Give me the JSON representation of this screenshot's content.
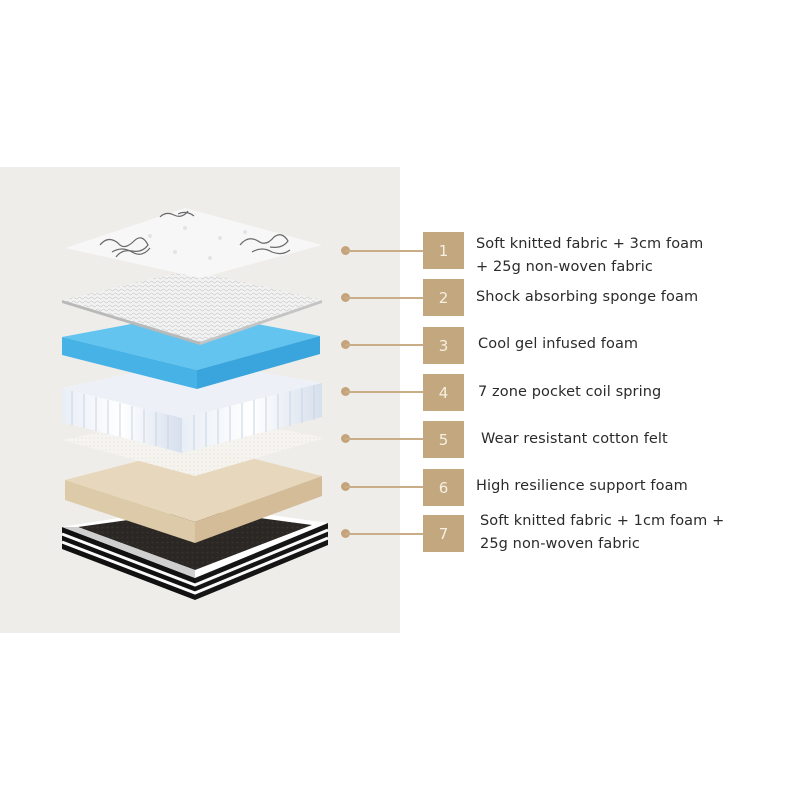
{
  "colors": {
    "panel_bg": "#efede9",
    "badge_bg": "#c3a77e",
    "badge_text": "#f6efe3",
    "connector": "#c8ad87",
    "label_text": "#2b2b2b",
    "gel_foam_top": "#62c4ef",
    "gel_foam_side": "#3da7de",
    "support_foam_top": "#e7d8bd",
    "support_foam_side": "#d9c39f",
    "base_fabric_top": "#2a2622"
  },
  "layers": [
    {
      "number": "1",
      "label_lines": [
        "Soft knitted fabric + 3cm foam",
        "+ 25g non-woven fabric"
      ],
      "material": "top-knitted-fabric"
    },
    {
      "number": "2",
      "label_lines": [
        "Shock absorbing sponge foam"
      ],
      "material": "sponge-foam"
    },
    {
      "number": "3",
      "label_lines": [
        "Cool gel infused foam"
      ],
      "material": "gel-foam"
    },
    {
      "number": "4",
      "label_lines": [
        "7 zone pocket coil spring"
      ],
      "material": "pocket-coil"
    },
    {
      "number": "5",
      "label_lines": [
        "Wear resistant cotton felt"
      ],
      "material": "cotton-felt"
    },
    {
      "number": "6",
      "label_lines": [
        "High resilience support foam"
      ],
      "material": "support-foam"
    },
    {
      "number": "7",
      "label_lines": [
        "Soft knitted fabric + 1cm foam +",
        "25g non-woven fabric"
      ],
      "material": "base-knitted-fabric"
    }
  ]
}
